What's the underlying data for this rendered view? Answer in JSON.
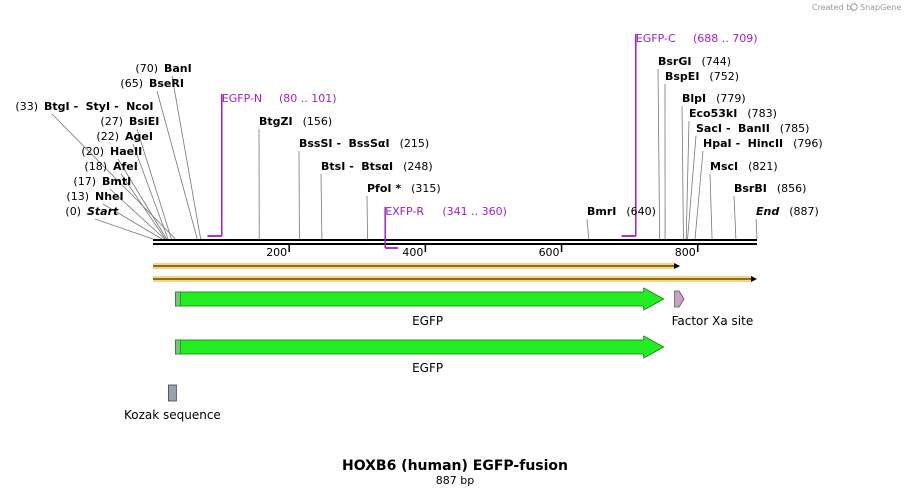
{
  "branding": {
    "created_by": "Created by",
    "app": "SnapGene"
  },
  "title": "HOXB6 (human) EGFP-fusion",
  "length_label": "887 bp",
  "sequence_length": 887,
  "ruler_ticks": [
    {
      "value": 200,
      "label": "200"
    },
    {
      "value": 400,
      "label": "400"
    },
    {
      "value": 600,
      "label": "600"
    },
    {
      "value": 800,
      "label": "800"
    }
  ],
  "sites": [
    {
      "parts": [
        "Start"
      ],
      "pos": "(0)",
      "at": 0,
      "italic": true
    },
    {
      "parts": [
        "NheI"
      ],
      "pos": "(13)",
      "at": 13
    },
    {
      "parts": [
        "BmtI"
      ],
      "pos": "(17)",
      "at": 17
    },
    {
      "parts": [
        "AfeI"
      ],
      "pos": "(18)",
      "at": 18
    },
    {
      "parts": [
        "HaeII"
      ],
      "pos": "(20)",
      "at": 20
    },
    {
      "parts": [
        "AgeI"
      ],
      "pos": "(22)",
      "at": 22
    },
    {
      "parts": [
        "BsiEI"
      ],
      "pos": "(27)",
      "at": 27
    },
    {
      "parts": [
        "BtgI",
        "StyI",
        "NcoI"
      ],
      "pos": "(33)",
      "at": 33
    },
    {
      "parts": [
        "BseRI"
      ],
      "pos": "(65)",
      "at": 65
    },
    {
      "parts": [
        "BanI"
      ],
      "pos": "(70)",
      "at": 70
    },
    {
      "parts": [
        "BtgZI"
      ],
      "pos": "(156)",
      "at": 156
    },
    {
      "parts": [
        "BssSI",
        "BssSαI"
      ],
      "pos": "(215)",
      "at": 215
    },
    {
      "parts": [
        "BtsI",
        "BtsαI"
      ],
      "pos": "(248)",
      "at": 248
    },
    {
      "parts": [
        "PfoI *"
      ],
      "pos": "(315)",
      "at": 315
    },
    {
      "parts": [
        "BmrI"
      ],
      "pos": "(640)",
      "at": 640
    },
    {
      "parts": [
        "BsrGI"
      ],
      "pos": "(744)",
      "at": 744
    },
    {
      "parts": [
        "BspEI"
      ],
      "pos": "(752)",
      "at": 752
    },
    {
      "parts": [
        "BlpI"
      ],
      "pos": "(779)",
      "at": 779
    },
    {
      "parts": [
        "Eco53kI"
      ],
      "pos": "(783)",
      "at": 783
    },
    {
      "parts": [
        "SacI",
        "BanII"
      ],
      "pos": "(785)",
      "at": 785
    },
    {
      "parts": [
        "HpaI",
        "HincII"
      ],
      "pos": "(796)",
      "at": 796
    },
    {
      "parts": [
        "MscI"
      ],
      "pos": "(821)",
      "at": 821
    },
    {
      "parts": [
        "BsrBI"
      ],
      "pos": "(856)",
      "at": 856
    },
    {
      "parts": [
        "End"
      ],
      "pos": "(887)",
      "at": 887,
      "italic": true
    }
  ],
  "primers": [
    {
      "name": "EGFP-N",
      "range": "(80 .. 101)",
      "start": 80,
      "end": 101,
      "strand": "forward"
    },
    {
      "name": "EXFP-R",
      "range": "(341 .. 360)",
      "start": 341,
      "end": 360,
      "strand": "reverse"
    },
    {
      "name": "EGFP-C",
      "range": "(688 .. 709)",
      "start": 688,
      "end": 709,
      "strand": "forward"
    }
  ],
  "orf_tracks": [
    {
      "start": 0,
      "end": 774
    },
    {
      "start": 0,
      "end": 887
    }
  ],
  "features": [
    {
      "label": "EGFP",
      "start": 33,
      "end": 750,
      "color": "#22ee22",
      "type": "arrow"
    },
    {
      "label": "Factor Xa site",
      "start": 766,
      "end": 777,
      "color": "#c8a0c8",
      "type": "small-arrow"
    },
    {
      "label": "EGFP",
      "start": 33,
      "end": 750,
      "color": "#22ee22",
      "type": "arrow"
    },
    {
      "label": "Kozak sequence",
      "start": 27,
      "end": 37,
      "color": "#9aa0b0",
      "type": "box"
    }
  ],
  "colors": {
    "primer": "#a020c8",
    "feature_green": "#22ee22",
    "orf": "#f5d58a",
    "backbone": "#000000"
  }
}
